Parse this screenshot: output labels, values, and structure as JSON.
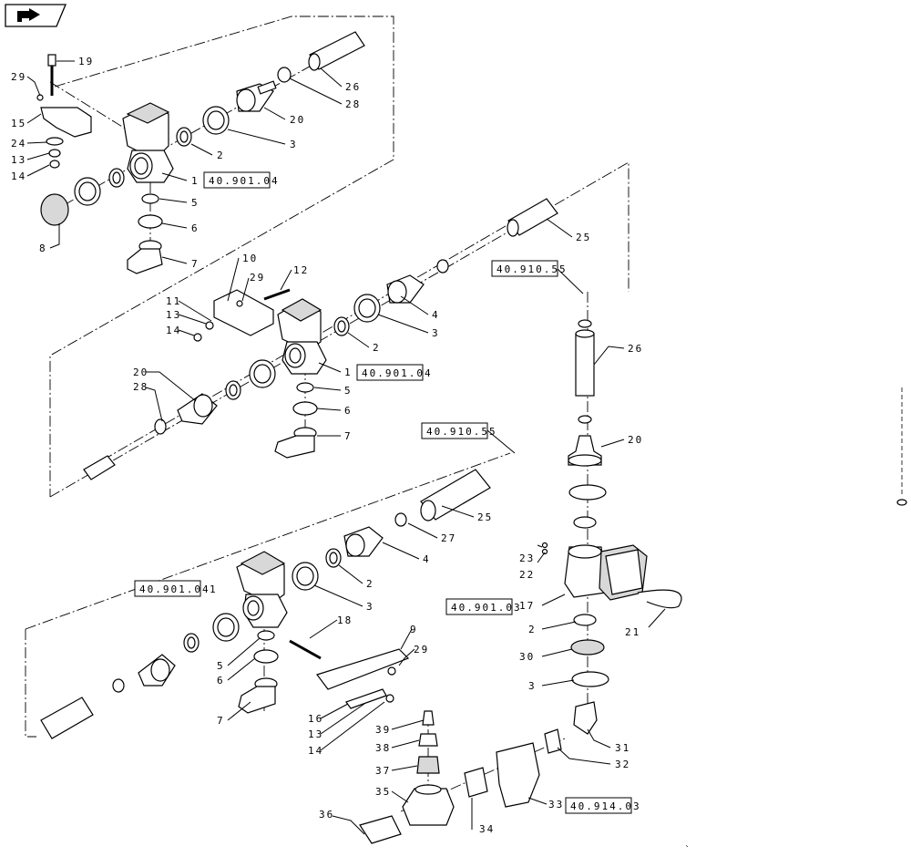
{
  "nav": {
    "icon": "return-arrow-icon"
  },
  "callouts": {
    "c19": "19",
    "c29a": "29",
    "c15": "15",
    "c24": "24",
    "c13a": "13",
    "c14a": "14",
    "c8": "8",
    "c26a": "26",
    "c28a": "28",
    "c20a": "20",
    "c3a": "3",
    "c2a": "2",
    "c1a": "1",
    "c5a": "5",
    "c6a": "6",
    "c7a": "7",
    "c25a": "25",
    "c10": "10",
    "c29b": "29",
    "c12": "12",
    "c11": "11",
    "c13b": "13",
    "c14b": "14",
    "c4a": "4",
    "c3b": "3",
    "c2b": "2",
    "c1b": "1",
    "c5b": "5",
    "c6b": "6",
    "c7b": "7",
    "c20b": "20",
    "c28b": "28",
    "c26b": "26",
    "c20c": "20",
    "c23": "23",
    "c22": "22",
    "c17": "17",
    "c2c": "2",
    "c30": "30",
    "c3c": "3",
    "c21": "21",
    "c31": "31",
    "c32": "32",
    "c33": "33",
    "c25b": "25",
    "c27": "27",
    "c4b": "4",
    "c1c": "1",
    "c2d": "2",
    "c3d": "3",
    "c18": "18",
    "c9": "9",
    "c29c": "29",
    "c5c": "5",
    "c6c": "6",
    "c7c": "7",
    "c16": "16",
    "c13c": "13",
    "c14c": "14",
    "c39": "39",
    "c38": "38",
    "c37": "37",
    "c35": "35",
    "c36": "36",
    "c34": "34"
  },
  "refs": {
    "r1": "40.901.04",
    "r2": "40.901.04",
    "r3": "40.910.55",
    "r4": "40.910.55",
    "r5": "40.901.04",
    "r6": "40.901.03",
    "r7": "40.914.03"
  }
}
